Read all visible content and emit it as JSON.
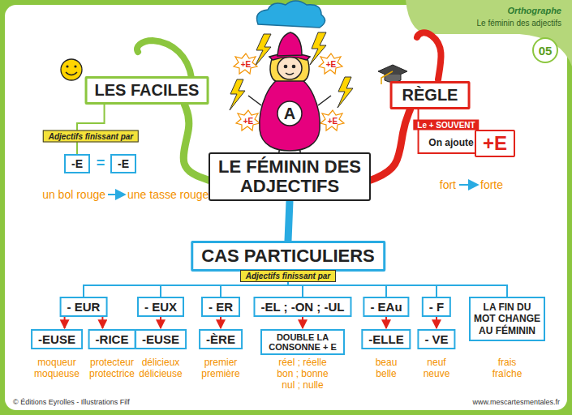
{
  "diagram": {
    "nodes": [
      {
        "text": [
          "LE FÉMININ DES ADJECTIFS"
        ]
      },
      {
        "text": [
          "LES FACILES"
        ]
      },
      {
        "text": [
          "-E"
        ]
      },
      {
        "text": [
          "-E"
        ]
      },
      {
        "text": [
          "RÈGLE"
        ]
      },
      {
        "text": [
          "+E"
        ]
      },
      {
        "text": [
          "CAS PARTICULIERS",
          "Adjectifs finissant par"
        ]
      },
      {
        "text": [
          "- EUR"
        ]
      },
      {
        "text": [
          "- EUX"
        ]
      },
      {
        "text": [
          "- ER"
        ]
      },
      {
        "text": [
          "-EL ; -ON ; -UL"
        ]
      },
      {
        "text": [
          "- EAu"
        ]
      },
      {
        "text": [
          "- F"
        ]
      },
      {
        "text": [
          "LA FIN DU MOT CHANGE AU FÉMININ"
        ]
      },
      {
        "text": [
          "-EUSE"
        ]
      },
      {
        "text": [
          "-RICE"
        ]
      },
      {
        "text": [
          "-EUSE"
        ]
      },
      {
        "text": [
          "-ÈRE"
        ]
      },
      {
        "text": [
          "DOUBLE LA CONSONNE + E"
        ]
      },
      {
        "text": [
          "-ELLE"
        ]
      },
      {
        "text": [
          "- VE"
        ]
      }
    ],
    "edges": [
      {
        "from": 0,
        "to": 1,
        "arrow": "none"
      },
      {
        "from": 0,
        "to": 4,
        "arrow": "none"
      },
      {
        "from": 0,
        "to": 6,
        "arrow": "none"
      },
      {
        "from": 1,
        "to": 2,
        "label": "Adjectifs finissant par",
        "arrow": "none"
      },
      {
        "from": 4,
        "to": 5,
        "label": "Le + SOUVENT",
        "arrow": "none"
      },
      {
        "from": 6,
        "to": 7,
        "arrow": "none"
      },
      {
        "from": 6,
        "to": 8,
        "arrow": "none"
      },
      {
        "from": 6,
        "to": 9,
        "arrow": "none"
      },
      {
        "from": 6,
        "to": 10,
        "arrow": "none"
      },
      {
        "from": 6,
        "to": 11,
        "arrow": "none"
      },
      {
        "from": 6,
        "to": 12,
        "arrow": "none"
      },
      {
        "from": 6,
        "to": 13,
        "arrow": "none"
      },
      {
        "from": 7,
        "to": 14,
        "arrow": "to"
      },
      {
        "from": 7,
        "to": 15,
        "arrow": "to"
      },
      {
        "from": 8,
        "to": 16,
        "arrow": "to"
      },
      {
        "from": 9,
        "to": 17,
        "arrow": "to"
      },
      {
        "from": 10,
        "to": 18,
        "arrow": "to"
      },
      {
        "from": 11,
        "to": 19,
        "arrow": "to"
      },
      {
        "from": 12,
        "to": 20,
        "arrow": "to"
      }
    ],
    "labels": [
      "Orthographe",
      "Le féminin des adjectifs",
      "05",
      "+E",
      "+E",
      "+E",
      "+E",
      "A",
      "=",
      "un bol rouge",
      "une tasse rouge",
      "On ajoute",
      "fort",
      "forte",
      "moqueur moqueuse",
      "protecteur protectrice",
      "délicieux délicieuse",
      "premier première",
      "réel ; réelle bon ; bonne nul ; nulle",
      "beau belle",
      "neuf neuve",
      "frais fraîche",
      "© Éditions Eyrolles - Illustrations Filf",
      "www.mescartesmentales.fr"
    ]
  }
}
